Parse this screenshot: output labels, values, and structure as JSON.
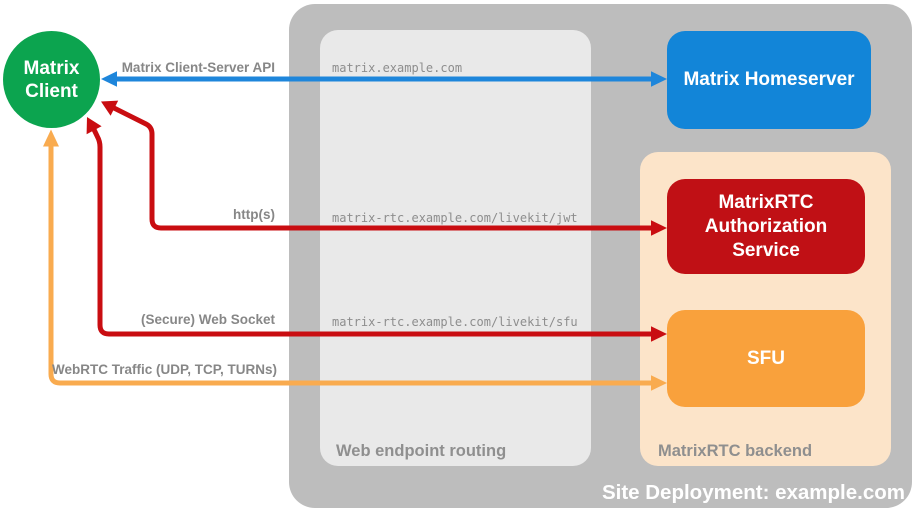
{
  "diagram": {
    "deployment": {
      "title": "Site Deployment: example.com"
    },
    "client": {
      "label": "Matrix Client"
    },
    "routing": {
      "label": "Web endpoint routing",
      "endpoints": [
        "matrix.example.com",
        "matrix-rtc.example.com/livekit/jwt",
        "matrix-rtc.example.com/livekit/sfu"
      ]
    },
    "backend": {
      "label": "MatrixRTC backend"
    },
    "nodes": {
      "homeserver": "Matrix Homeserver",
      "auth": "MatrixRTC Authorization Service",
      "sfu": "SFU"
    },
    "connections": {
      "client_server_api": "Matrix Client-Server API",
      "https": "http(s)",
      "websocket": "(Secure) Web Socket",
      "webrtc": "WebRTC Traffic (UDP, TCP, TURNs)"
    },
    "colors": {
      "client_green": "#0ca44f",
      "homeserver_blue": "#1285d8",
      "auth_red": "#c01015",
      "sfu_orange": "#f9a13c",
      "backend_peach": "#fce4c9",
      "outer_gray": "#bdbdbd",
      "routing_gray": "#e9e9e9",
      "arrow_blue": "#1e86db",
      "arrow_red": "#c90d11",
      "arrow_orange": "#f9ab4f",
      "label_gray": "#878787",
      "title_white": "#ffffff"
    }
  }
}
